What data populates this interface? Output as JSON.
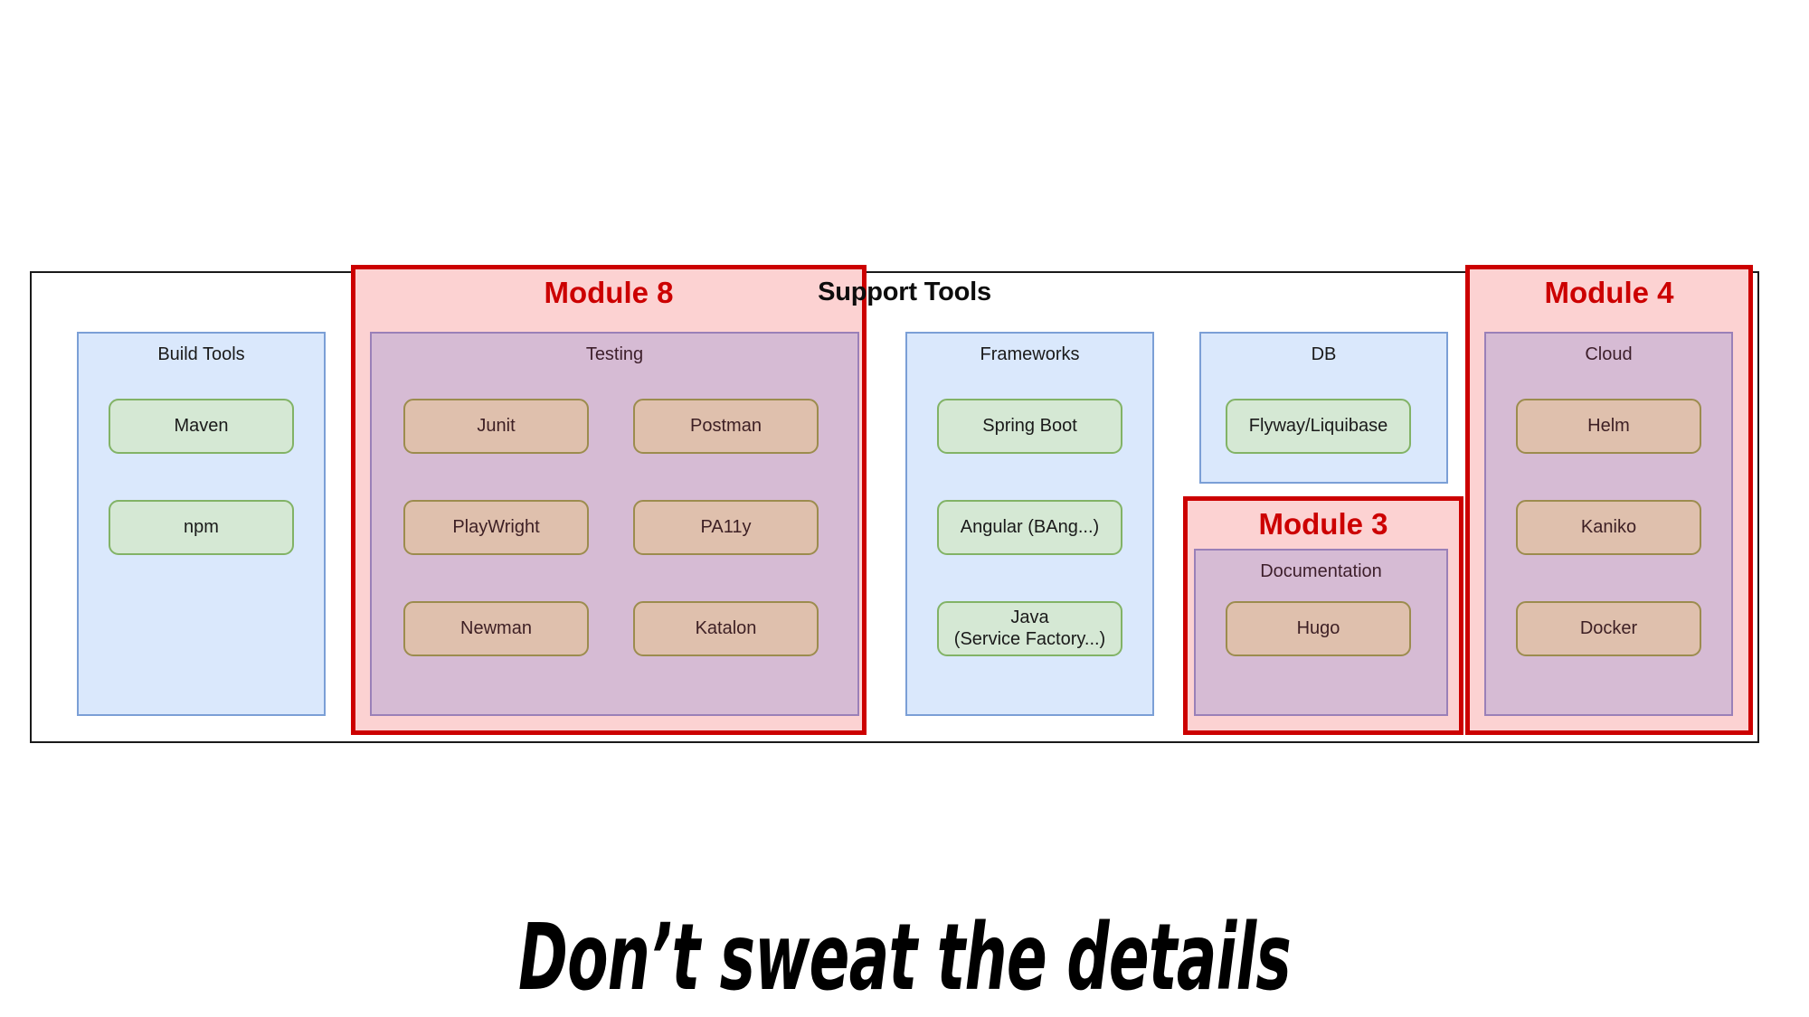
{
  "diagram": {
    "title": "Support Tools",
    "columns": [
      {
        "id": "build-tools",
        "label": "Build Tools",
        "style": "blue",
        "items": [
          "Maven",
          "npm"
        ]
      },
      {
        "id": "testing",
        "label": "Testing",
        "style": "purple",
        "module": "Module 8",
        "items": [
          "Junit",
          "Postman",
          "PlayWright",
          "PA11y",
          "Newman",
          "Katalon"
        ]
      },
      {
        "id": "frameworks",
        "label": "Frameworks",
        "style": "blue",
        "items": [
          "Spring Boot",
          "Angular (BAng...)",
          "Java\n(Service Factory...)"
        ]
      },
      {
        "id": "db",
        "label": "DB",
        "style": "blue",
        "items": [
          "Flyway/Liquibase"
        ]
      },
      {
        "id": "documentation",
        "label": "Documentation",
        "style": "purple",
        "module": "Module 3",
        "items": [
          "Hugo"
        ]
      },
      {
        "id": "cloud",
        "label": "Cloud",
        "style": "purple",
        "module": "Module 4",
        "items": [
          "Helm",
          "Kaniko",
          "Docker"
        ]
      }
    ]
  },
  "caption": {
    "text": "Don’t sweat the details"
  },
  "colors": {
    "module_border": "#cc0000",
    "module_fill": "#fcd2d2",
    "module_text": "#cc0000",
    "group_blue_fill": "#dae8fc",
    "group_blue_border": "#7b9fd6",
    "group_purple_fill": "#d6bbd4",
    "group_purple_border": "#9a80b8",
    "item_green_fill": "#d5e8d4",
    "item_green_border": "#82b366",
    "item_tan_fill": "#dfc0ad",
    "item_tan_border": "#9c8c4e",
    "frame_border": "#1a1a1a",
    "caption_text": "#000000"
  }
}
